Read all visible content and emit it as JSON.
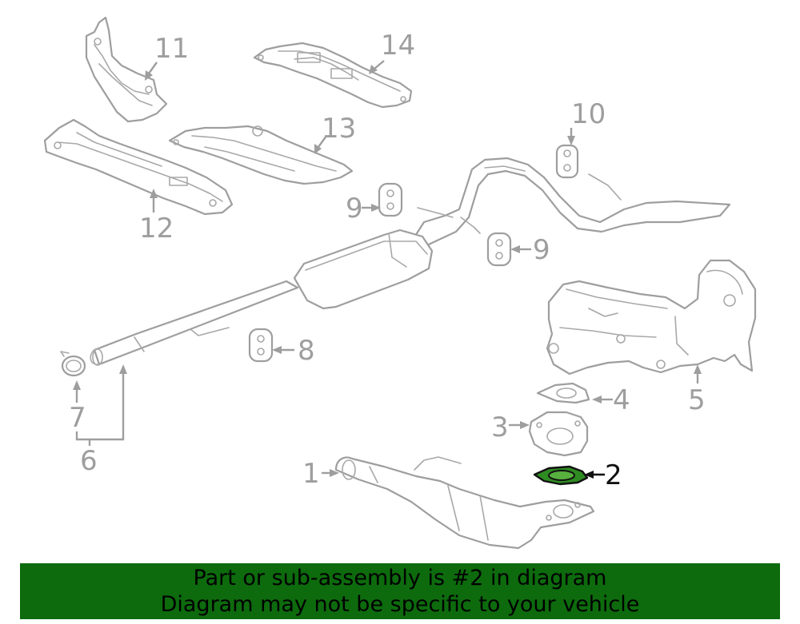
{
  "diagram": {
    "callouts": {
      "c1": "1",
      "c2": "2",
      "c3": "3",
      "c4": "4",
      "c5": "5",
      "c6": "6",
      "c7": "7",
      "c8": "8",
      "c9a": "9",
      "c9b": "9",
      "c10": "10",
      "c11": "11",
      "c12": "12",
      "c13": "13",
      "c14": "14"
    },
    "highlighted_part": "2",
    "colors": {
      "highlight": "#2e8b22",
      "banner": "#0d6b0d",
      "line": "#9e9e9e"
    }
  },
  "banner": {
    "line1": "Part or sub-assembly is #2 in diagram",
    "line2": "Diagram may not be specific to your vehicle"
  }
}
